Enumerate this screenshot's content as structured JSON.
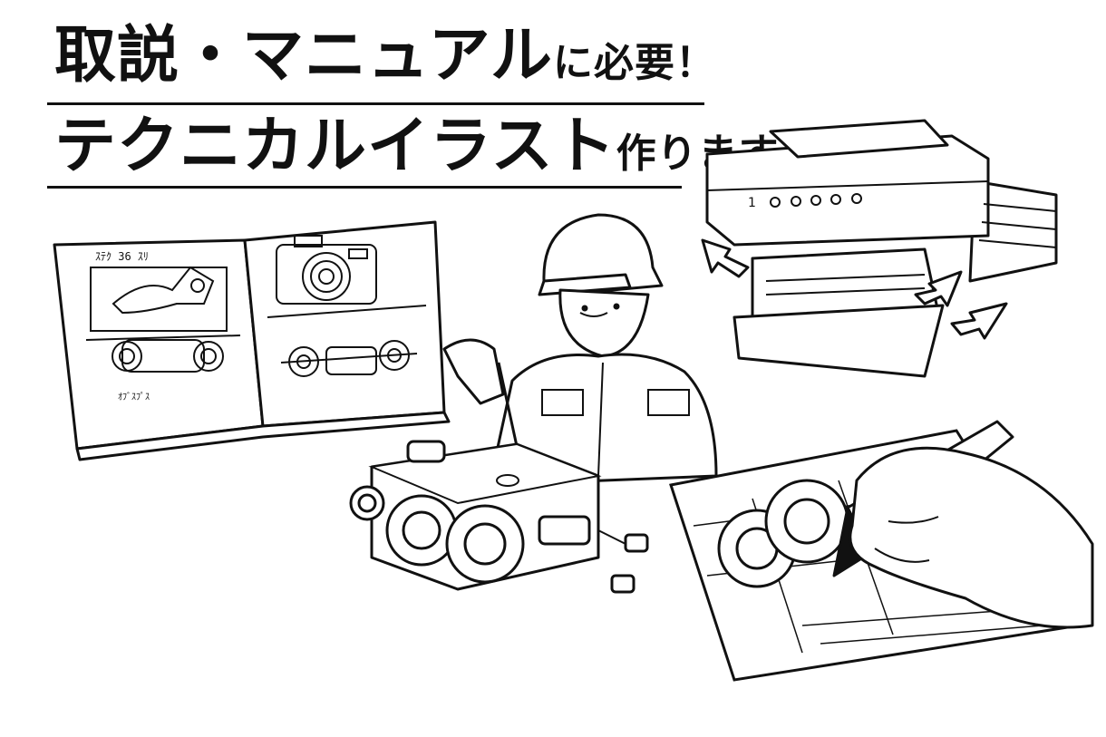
{
  "headline": {
    "line1_main": "取説・マニュアル",
    "line1_tail": "に必要！",
    "line2_main": "テクニカルイラスト",
    "line2_tail": "作ります！"
  },
  "manual_book": {
    "left_page_caption": "ｽﾃｸ 36 ｽﾘ",
    "left_page_footnote": "ｵﾌﾞｽﾌﾟｽ",
    "printer_panel_label": "1"
  },
  "colors": {
    "ink": "#111111",
    "paper": "#ffffff"
  }
}
